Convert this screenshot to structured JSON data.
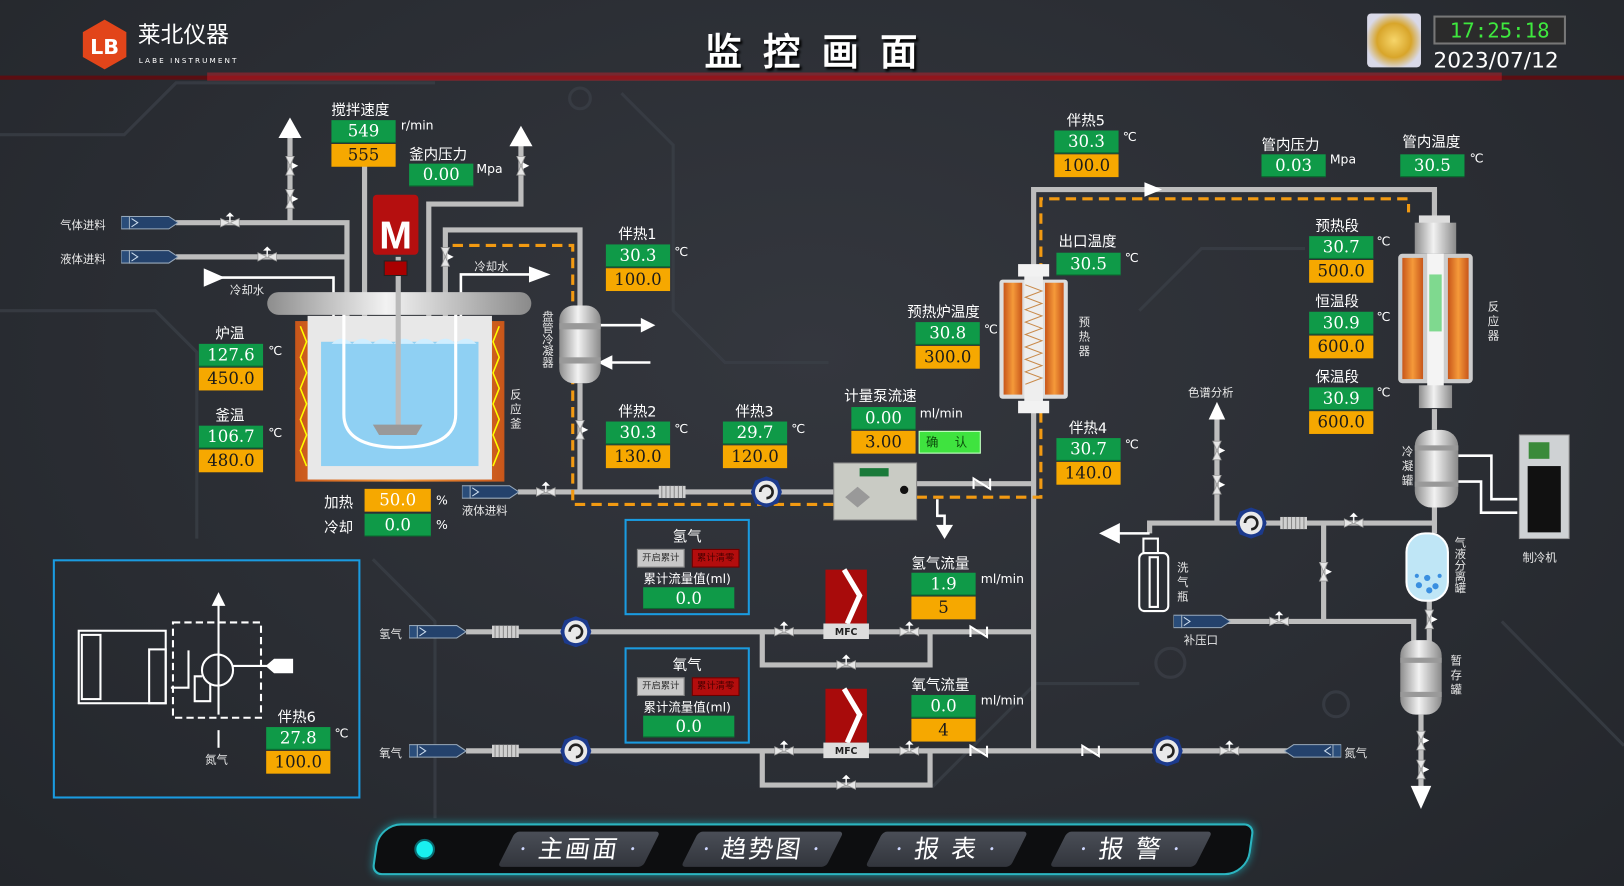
{
  "header": {
    "brand_cn": "莱北仪器",
    "brand_en": "LABE INSTRUMENT",
    "title": "监 控 画 面",
    "time": "17:25:18",
    "date": "2023/07/12"
  },
  "labels": {
    "gas_feed": "气体进料",
    "liquid_feed": "液体进料",
    "cooling_water_in": "冷却水",
    "cooling_water_out": "冷却水",
    "kettle": "反应釜",
    "coil_condenser": "盘管冷凝器",
    "liquid_feed2": "液体进料",
    "preheater": "预热器",
    "reactor": "反应器",
    "condense_tank": "冷凝罐",
    "chiller": "制冷机",
    "gas_liquid_separator": "气液分离罐",
    "storage_tank": "暂存罐",
    "chromatography": "色谱分析",
    "wash_bottle": "洗气瓶",
    "makeup_port": "补压口",
    "hydrogen_in": "氢气",
    "oxygen_in": "氧气",
    "nitrogen_right": "氮气",
    "nitrogen_panel": "氮气",
    "mfc": "MFC"
  },
  "readouts": {
    "stir": {
      "label": "搅拌速度",
      "value": "549",
      "setpoint": "555",
      "unit": "r/min"
    },
    "kettle_pressure": {
      "label": "釜内压力",
      "value": "0.00",
      "unit": "Mpa"
    },
    "furnace_temp": {
      "label": "炉温",
      "value": "127.6",
      "setpoint": "450.0",
      "unit": "℃"
    },
    "kettle_temp": {
      "label": "釜温",
      "value": "106.7",
      "setpoint": "480.0",
      "unit": "℃"
    },
    "heating": {
      "label": "加热",
      "value": "50.0",
      "unit": "%"
    },
    "cooling": {
      "label": "冷却",
      "value": "0.0",
      "unit": "%"
    },
    "trace1": {
      "label": "伴热1",
      "value": "30.3",
      "setpoint": "100.0",
      "unit": "℃"
    },
    "trace2": {
      "label": "伴热2",
      "value": "30.3",
      "setpoint": "130.0",
      "unit": "℃"
    },
    "trace3": {
      "label": "伴热3",
      "value": "29.7",
      "setpoint": "120.0",
      "unit": "℃"
    },
    "trace4": {
      "label": "伴热4",
      "value": "30.7",
      "setpoint": "140.0",
      "unit": "℃"
    },
    "trace5": {
      "label": "伴热5",
      "value": "30.3",
      "setpoint": "100.0",
      "unit": "℃"
    },
    "trace6": {
      "label": "伴热6",
      "value": "27.8",
      "setpoint": "100.0",
      "unit": "℃"
    },
    "pump_flow": {
      "label": "计量泵流速",
      "value": "0.00",
      "setpoint": "3.00",
      "unit": "ml/min",
      "confirm": "确 认"
    },
    "preheat_furnace": {
      "label": "预热炉温度",
      "value": "30.8",
      "setpoint": "300.0",
      "unit": "℃"
    },
    "outlet_temp": {
      "label": "出口温度",
      "value": "30.5",
      "unit": "℃"
    },
    "tube_pressure": {
      "label": "管内压力",
      "value": "0.03",
      "unit": "Mpa"
    },
    "tube_temp": {
      "label": "管内温度",
      "value": "30.5",
      "unit": "℃"
    },
    "preheat_zone": {
      "label": "预热段",
      "value": "30.7",
      "setpoint": "500.0",
      "unit": "℃"
    },
    "constant_zone": {
      "label": "恒温段",
      "value": "30.9",
      "setpoint": "600.0",
      "unit": "℃"
    },
    "insulation_zone": {
      "label": "保温段",
      "value": "30.9",
      "setpoint": "600.0",
      "unit": "℃"
    },
    "h2_flow": {
      "label": "氢气流量",
      "value": "1.9",
      "setpoint": "5",
      "unit": "ml/min"
    },
    "o2_flow": {
      "label": "氧气流量",
      "value": "0.0",
      "setpoint": "4",
      "unit": "ml/min"
    }
  },
  "totalizers": {
    "hydrogen": {
      "title": "氢气",
      "start": "开启累计",
      "reset": "累计清零",
      "caption": "累计流量值(ml)",
      "value": "0.0"
    },
    "oxygen": {
      "title": "氧气",
      "start": "开启累计",
      "reset": "累计清零",
      "caption": "累计流量值(ml)",
      "value": "0.0"
    }
  },
  "nav": {
    "items": [
      "主画面",
      "趋势图",
      "报 表",
      "报 警"
    ],
    "status_color": "#19f0f0"
  },
  "colors": {
    "value_bg": "#0f9a48",
    "setpoint_bg": "#f6a800",
    "panel_border": "#1a9be0",
    "accent_red": "#c8102e"
  }
}
